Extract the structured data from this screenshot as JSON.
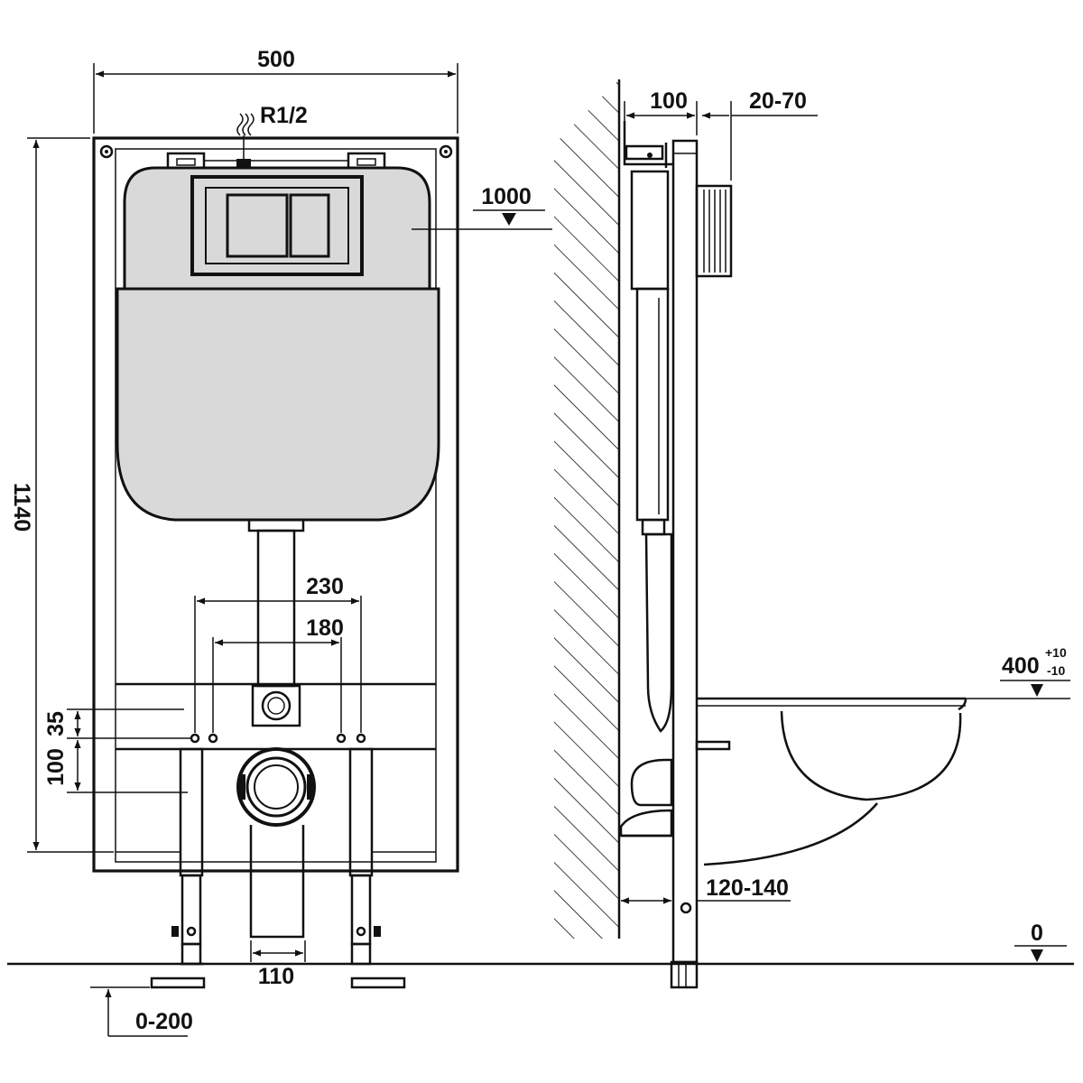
{
  "dimensions": {
    "width": "500",
    "height": "1140",
    "inlet": "R1/2",
    "button_level": "1000",
    "depth": "100",
    "button_offset": "20-70",
    "bolts_230": "230",
    "bolts_180": "180",
    "gap_35": "35",
    "gap_100": "100",
    "outlet": "110",
    "leg_adjust": "0-200",
    "wall_offset": "120-140",
    "floor_level": "0",
    "seat_height": "400",
    "seat_tol_plus": "+10",
    "seat_tol_minus": "-10"
  }
}
